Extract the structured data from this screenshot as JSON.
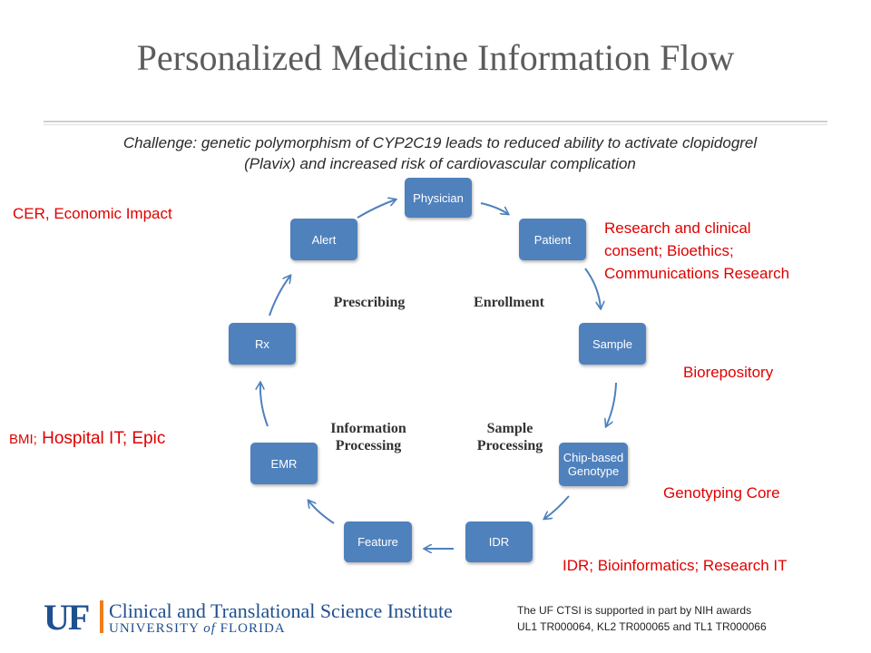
{
  "title": "Personalized Medicine Information Flow",
  "challenge": {
    "line1": "Challenge: genetic polymorphism of CYP2C19 leads to reduced ability to activate clopidogrel",
    "line2": "(Plavix) and increased risk of cardiovascular complication"
  },
  "nodes": {
    "physician": "Physician",
    "patient": "Patient",
    "sample": "Sample",
    "chip_line1": "Chip-based",
    "chip_line2": "Genotype",
    "idr": "IDR",
    "feature": "Feature",
    "emr": "EMR",
    "rx": "Rx",
    "alert": "Alert"
  },
  "phases": {
    "prescribing": "Prescribing",
    "enrollment": "Enrollment",
    "info_line1": "Information",
    "info_line2": "Processing",
    "sample_line1": "Sample",
    "sample_line2": "Processing"
  },
  "annotations": {
    "cer": "CER, Economic Impact",
    "research_line1": "Research and clinical",
    "research_line2": "consent; Bioethics;",
    "research_line3": "Communications Research",
    "biorepository": "Biorepository",
    "bmi_prefix": "BMI;",
    "bmi_rest": " Hospital IT; Epic",
    "genotyping": "Genotyping Core",
    "idr": "IDR; Bioinformatics; Research IT"
  },
  "footer": {
    "logo_letters": "UF",
    "institute": "Clinical and Translational Science Institute",
    "univ_prefix": "UNIVERSITY",
    "univ_of": "of",
    "univ_suffix": "FLORIDA",
    "support_line1": "The UF CTSI is supported in part by NIH awards",
    "support_line2": "UL1 TR000064, KL2 TR000065 and TL1 TR000066"
  },
  "colors": {
    "node_fill": "#4f81bd",
    "annotation": "#e00000",
    "arrow": "#4f81bd",
    "uf_blue": "#1f4f8f",
    "uf_orange": "#f07d1a"
  }
}
